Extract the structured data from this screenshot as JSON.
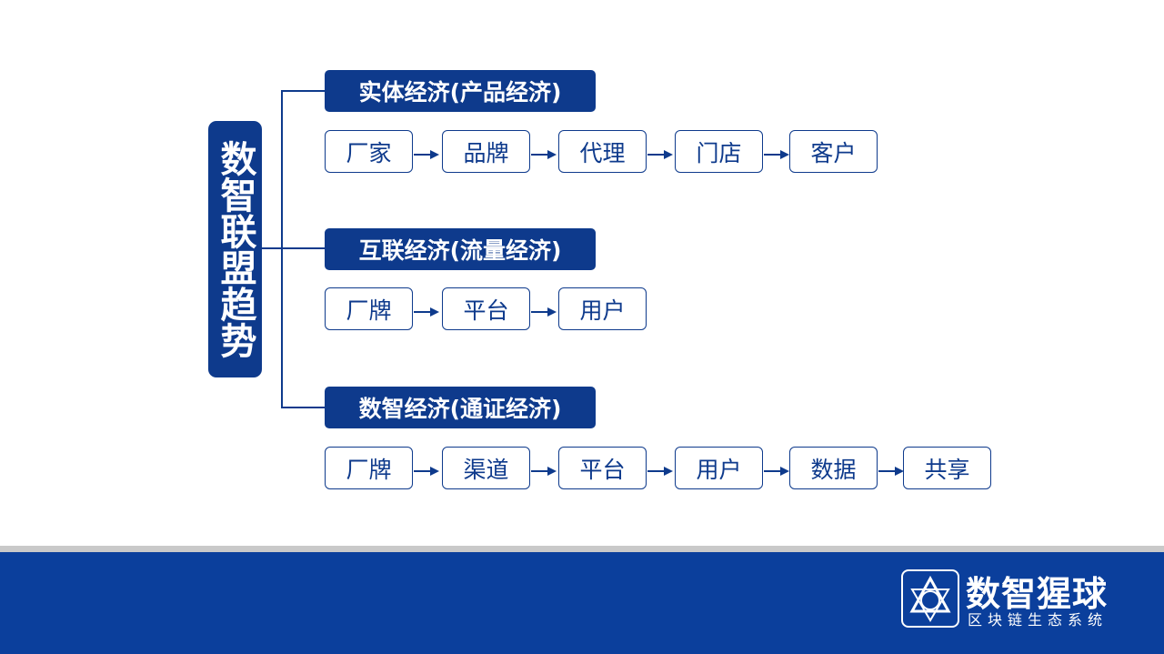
{
  "title": "数智联盟趋势",
  "sections": [
    {
      "header": "实体经济(产品经济)",
      "steps": [
        "厂家",
        "品牌",
        "代理",
        "门店",
        "客户"
      ]
    },
    {
      "header": "互联经济(流量经济)",
      "steps": [
        "厂牌",
        "平台",
        "用户"
      ]
    },
    {
      "header": "数智经济(通证经济)",
      "steps": [
        "厂牌",
        "渠道",
        "平台",
        "用户",
        "数据",
        "共享"
      ]
    }
  ],
  "footer": {
    "logo_name": "数智猩球",
    "logo_tagline": "区块链生态系统"
  },
  "colors": {
    "primary": "#0e3a8c",
    "footer": "#0b3f9c",
    "stripe": "#c9c9c9"
  }
}
